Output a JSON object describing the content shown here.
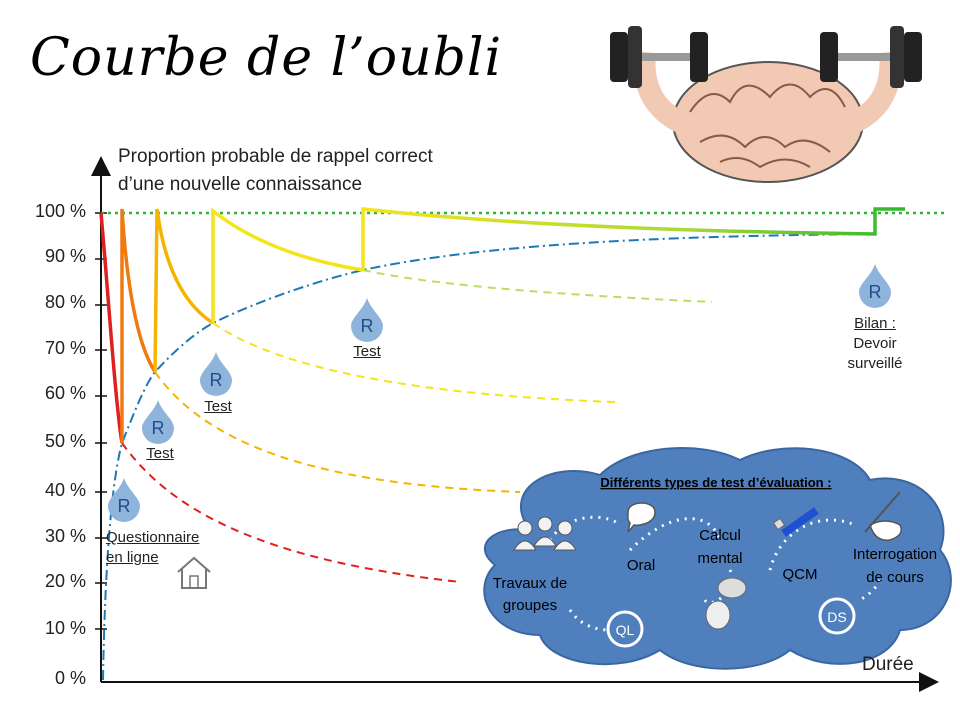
{
  "title": "Courbe de l’oubli",
  "y_axis_label_line1": "Proportion probable de rappel correct",
  "y_axis_label_line2": "d’une nouvelle connaissance",
  "x_axis_label": "Durée",
  "y_ticks": [
    "100 %",
    "90 %",
    "80 %",
    "70 %",
    "60 %",
    "50 %",
    "40 %",
    "30 %",
    "20 %",
    "10 %",
    "0 %"
  ],
  "drop_letter": "R",
  "reviews": [
    {
      "label_line1": "Questionnaire",
      "label_line2": "en ligne"
    },
    {
      "label_line1": "Test",
      "label_line2": ""
    },
    {
      "label_line1": "Test",
      "label_line2": ""
    },
    {
      "label_line1": "Test",
      "label_line2": ""
    },
    {
      "label_line1": "Bilan :",
      "label_line2": "Devoir",
      "label_line3": "surveillé"
    }
  ],
  "cloud": {
    "heading": "Différents types de test d’évaluation :",
    "items": [
      "Travaux de",
      "groupes",
      "QL",
      "Oral",
      "Calcul",
      "mental",
      "QCM",
      "Interrogation",
      "de cours",
      "DS"
    ]
  },
  "colors": {
    "red": "#e02020",
    "orange": "#f07a10",
    "amber": "#f5b400",
    "yellow": "#f4e41c",
    "lime": "#c8e63c",
    "green": "#2fb52f",
    "blue_dashdot": "#1f78b4",
    "drop": "#8fb4dc",
    "cloud": "#4f7fbd"
  }
}
